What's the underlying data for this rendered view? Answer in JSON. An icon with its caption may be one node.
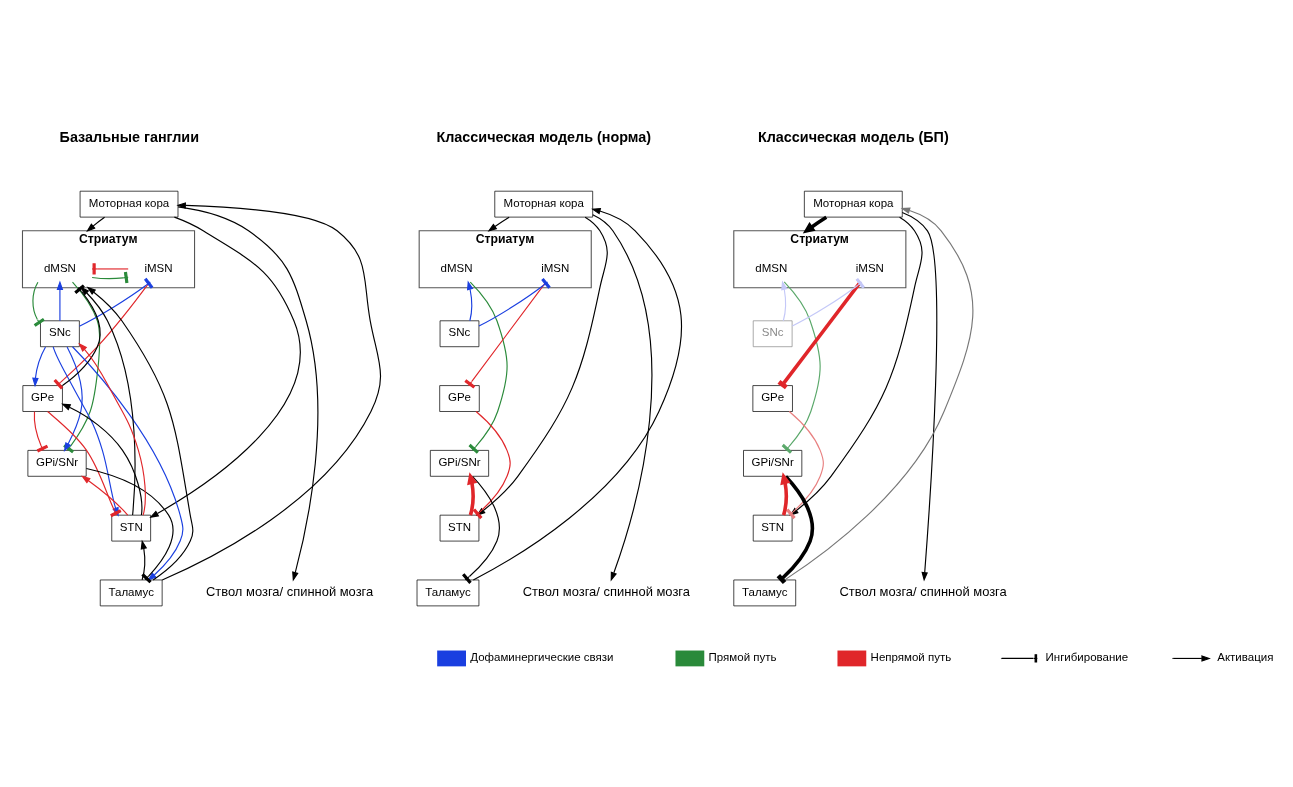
{
  "diagram": {
    "nodes": [
      {
        "text": [
          "Моторная кора"
        ]
      },
      {
        "text": [
          "Стриатум"
        ]
      },
      {
        "text": [
          "dMSN"
        ],
        "in": 1
      },
      {
        "text": [
          "iMSN"
        ],
        "in": 1
      },
      {
        "text": [
          "SNc"
        ]
      },
      {
        "text": [
          "GPe"
        ]
      },
      {
        "text": [
          "GPi/SNr"
        ]
      },
      {
        "text": [
          "STN"
        ]
      },
      {
        "text": [
          "Таламус"
        ]
      },
      {
        "text": [
          "Ствол мозга/ спинной мозга"
        ]
      },
      {
        "text": [
          "Моторная кора"
        ]
      },
      {
        "text": [
          "Стриатум"
        ]
      },
      {
        "text": [
          "dMSN"
        ],
        "in": 11
      },
      {
        "text": [
          "iMSN"
        ],
        "in": 11
      },
      {
        "text": [
          "SNc"
        ]
      },
      {
        "text": [
          "GPe"
        ]
      },
      {
        "text": [
          "GPi/SNr"
        ]
      },
      {
        "text": [
          "STN"
        ]
      },
      {
        "text": [
          "Таламус"
        ]
      },
      {
        "text": [
          "Ствол мозга/ спинной мозга"
        ]
      },
      {
        "text": [
          "Моторная кора"
        ]
      },
      {
        "text": [
          "Стриатум"
        ]
      },
      {
        "text": [
          "dMSN"
        ],
        "in": 21
      },
      {
        "text": [
          "iMSN"
        ],
        "in": 21
      },
      {
        "text": [
          "SNc"
        ]
      },
      {
        "text": [
          "GPe"
        ]
      },
      {
        "text": [
          "GPi/SNr"
        ]
      },
      {
        "text": [
          "STN"
        ]
      },
      {
        "text": [
          "Таламус"
        ]
      },
      {
        "text": [
          "Ствол мозга/ спинной мозга"
        ]
      }
    ],
    "edges": [
      {
        "from": 8,
        "to": 0,
        "arrow": "to"
      },
      {
        "from": 8,
        "to": 1,
        "arrow": "to"
      },
      {
        "from": 0,
        "to": 1,
        "arrow": "to"
      },
      {
        "from": 7,
        "to": 1,
        "arrow": "to"
      },
      {
        "from": 5,
        "to": 1,
        "arrow": "other"
      },
      {
        "from": 0,
        "to": 9,
        "arrow": "to"
      },
      {
        "from": 0,
        "to": 7,
        "arrow": "to"
      },
      {
        "from": 2,
        "to": 3,
        "arrow": "other",
        "color": "#2a8a3a"
      },
      {
        "from": 3,
        "to": 2,
        "arrow": "other",
        "color": "#e0262a"
      },
      {
        "from": 4,
        "to": 2,
        "arrow": "to",
        "color": "#1a3fe0"
      },
      {
        "from": 4,
        "to": 3,
        "arrow": "other",
        "color": "#1a3fe0"
      },
      {
        "from": 2,
        "to": 4,
        "arrow": "other",
        "color": "#2a8a3a"
      },
      {
        "from": 2,
        "to": 6,
        "arrow": "other",
        "color": "#2a8a3a"
      },
      {
        "from": 3,
        "to": 5,
        "arrow": "other",
        "color": "#e0262a"
      },
      {
        "from": 4,
        "to": 6,
        "arrow": "to",
        "color": "#1a3fe0"
      },
      {
        "from": 4,
        "to": 8,
        "arrow": "to",
        "color": "#1a3fe0"
      },
      {
        "from": 4,
        "to": 5,
        "arrow": "to",
        "color": "#1a3fe0"
      },
      {
        "from": 4,
        "to": 7,
        "arrow": "to",
        "color": "#1a3fe0"
      },
      {
        "from": 7,
        "to": 4,
        "arrow": "to",
        "color": "#e0262a"
      },
      {
        "from": 7,
        "to": 6,
        "arrow": "to",
        "color": "#e0262a"
      },
      {
        "from": 5,
        "to": 6,
        "arrow": "other",
        "color": "#e0262a"
      },
      {
        "from": 5,
        "to": 7,
        "arrow": "other",
        "color": "#e0262a"
      },
      {
        "from": 7,
        "to": 5,
        "arrow": "to"
      },
      {
        "from": 6,
        "to": 8,
        "arrow": "other"
      },
      {
        "from": 8,
        "to": 7,
        "arrow": "to"
      },
      {
        "from": 18,
        "to": 10,
        "arrow": "to"
      },
      {
        "from": 10,
        "to": 11,
        "arrow": "to"
      },
      {
        "from": 10,
        "to": 19,
        "arrow": "to"
      },
      {
        "from": 10,
        "to": 17,
        "arrow": "to"
      },
      {
        "from": 14,
        "to": 12,
        "arrow": "to",
        "color": "#1a3fe0"
      },
      {
        "from": 14,
        "to": 13,
        "arrow": "other",
        "color": "#1a3fe0"
      },
      {
        "from": 12,
        "to": 16,
        "arrow": "other",
        "color": "#2a8a3a"
      },
      {
        "from": 13,
        "to": 15,
        "arrow": "other",
        "color": "#e0262a"
      },
      {
        "from": 15,
        "to": 17,
        "arrow": "other",
        "color": "#e0262a"
      },
      {
        "from": 17,
        "to": 16,
        "arrow": "to",
        "style": "thick",
        "color": "#e0262a"
      },
      {
        "from": 16,
        "to": 18,
        "arrow": "other"
      },
      {
        "from": 28,
        "to": 20,
        "arrow": "to",
        "color": "#777777"
      },
      {
        "from": 20,
        "to": 21,
        "arrow": "to",
        "style": "thick"
      },
      {
        "from": 20,
        "to": 29,
        "arrow": "to"
      },
      {
        "from": 20,
        "to": 27,
        "arrow": "to"
      },
      {
        "from": 24,
        "to": 22,
        "arrow": "to",
        "color": "#c4c8f8"
      },
      {
        "from": 24,
        "to": 23,
        "arrow": "other",
        "color": "#c4c8f8"
      },
      {
        "from": 22,
        "to": 26,
        "arrow": "other",
        "color": "#5aa86a"
      },
      {
        "from": 23,
        "to": 25,
        "arrow": "other",
        "style": "thick",
        "color": "#e0262a"
      },
      {
        "from": 25,
        "to": 27,
        "arrow": "other",
        "color": "#e88080"
      },
      {
        "from": 27,
        "to": 26,
        "arrow": "to",
        "style": "thick",
        "color": "#e0262a"
      },
      {
        "from": 26,
        "to": 28,
        "arrow": "other",
        "style": "thick"
      }
    ],
    "labels": [
      "Базальные ганглии",
      "Классическая модель (норма)",
      "Классическая модель (БП)"
    ],
    "legend": [
      {
        "text": "Дофаминергические связи",
        "color": "#1a3fe0"
      },
      {
        "text": "Прямой путь",
        "color": "#2a8a3a"
      },
      {
        "text": "Непрямой путь",
        "color": "#e0262a"
      },
      {
        "text": "Ингибирование"
      },
      {
        "text": "Активация"
      }
    ]
  }
}
